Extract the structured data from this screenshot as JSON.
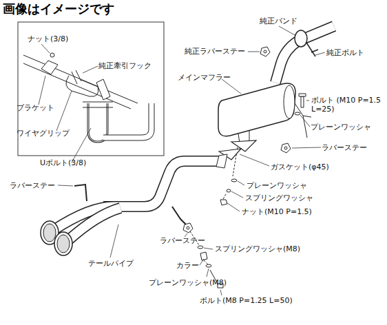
{
  "diagram": {
    "title": "画像はイメージです",
    "labels": [
      "純正バンド",
      "ナット(3/8)",
      "純正ラバーステー",
      "純正ボルト",
      "純正牽引フック",
      "メインマフラー",
      "ブラケット",
      "ボルト (M10 P=1.5 L=25)",
      "プレーンワッシャ",
      "ワイヤグリップ",
      "Uボルト(3/8)",
      "ラバーステー",
      "ガスケット(φ45)",
      "ラバーステー",
      "プレーンワッシャ",
      "スプリングワッシャ",
      "ナット(M10 P=1.5)",
      "ラバーステー",
      "スプリングワッシャ(M8)",
      "カラー",
      "プレーンワッシャ(M8)",
      "ボルト(M8 P=1.25 L=50)",
      "テールパイプ"
    ]
  }
}
